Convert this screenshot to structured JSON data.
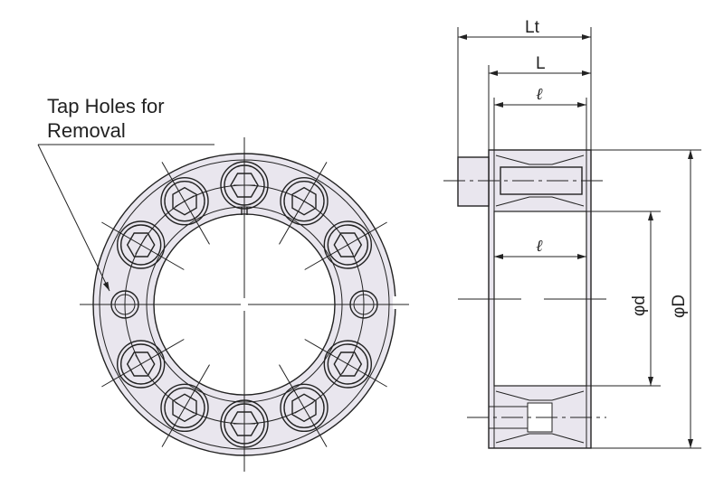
{
  "callout": {
    "line1": "Tap Holes for",
    "line2": "Removal"
  },
  "dimensions": {
    "total_length": "Lt",
    "length": "L",
    "contact_length_top": "ℓ",
    "contact_length_bore": "ℓ",
    "bore_diameter": "φd",
    "outer_diameter": "φD"
  },
  "colors": {
    "part_fill": "#e9e6ee",
    "line": "#222222"
  },
  "front_view": {
    "bolt_count": 10,
    "tap_hole_count": 2
  }
}
